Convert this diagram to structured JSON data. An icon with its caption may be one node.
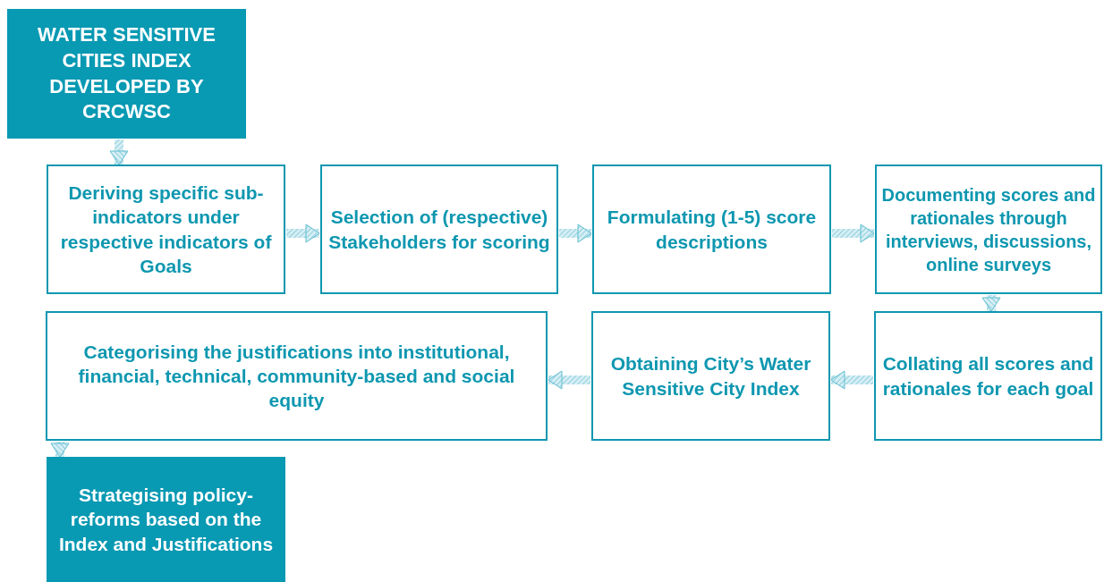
{
  "diagram": {
    "nodes": [
      {
        "text": [
          "WATER SENSITIVE CITIES INDEX DEVELOPED BY CRCWSC"
        ]
      },
      {
        "text": [
          "Deriving specific sub-indicators under respective indicators of Goals"
        ]
      },
      {
        "text": [
          "Selection of (respective) Stakeholders for scoring"
        ]
      },
      {
        "text": [
          "Formulating (1-5) score descriptions"
        ]
      },
      {
        "text": [
          "Documenting scores and rationales through interviews, discussions, online surveys"
        ]
      },
      {
        "text": [
          "Collating all scores and rationales for each goal"
        ]
      },
      {
        "text": [
          "Obtaining City’s Water Sensitive City Index"
        ]
      },
      {
        "text": [
          "Categorising the justifications into institutional, financial, technical, community-based and social equity"
        ]
      },
      {
        "text": [
          "Strategising policy-reforms based on the Index and Justifications"
        ]
      }
    ],
    "edges": [
      {
        "from": 0,
        "to": 1,
        "arrow": "to"
      },
      {
        "from": 1,
        "to": 2,
        "arrow": "to"
      },
      {
        "from": 2,
        "to": 3,
        "arrow": "to"
      },
      {
        "from": 3,
        "to": 4,
        "arrow": "to"
      },
      {
        "from": 4,
        "to": 5,
        "arrow": "to"
      },
      {
        "from": 5,
        "to": 6,
        "arrow": "to"
      },
      {
        "from": 6,
        "to": 7,
        "arrow": "to"
      },
      {
        "from": 7,
        "to": 8,
        "arrow": "to"
      }
    ]
  }
}
